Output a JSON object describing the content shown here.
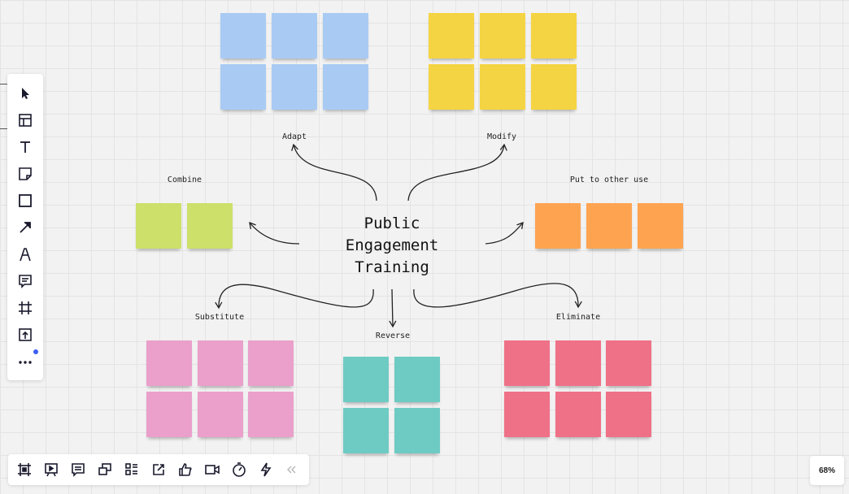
{
  "board": {
    "center_lines": [
      "Public",
      "Engagement",
      "Training"
    ],
    "branches": {
      "adapt": "Adapt",
      "modify": "Modify",
      "combine": "Combine",
      "put_to_other_use": "Put to other use",
      "substitute": "Substitute",
      "reverse": "Reverse",
      "eliminate": "Eliminate"
    },
    "colors": {
      "blue": "#a9cbf3",
      "yellow": "#f5d443",
      "green": "#cde06a",
      "orange": "#fea451",
      "pink": "#eaa0cb",
      "teal": "#6ecbc3",
      "red": "#ef7187"
    }
  },
  "toolbar": {
    "tools": [
      "select-cursor-icon",
      "templates-icon",
      "text-icon",
      "sticky-note-icon",
      "shape-icon",
      "arrow-connector-icon",
      "pen-icon",
      "comment-icon",
      "frame-icon",
      "upload-icon",
      "more-icon"
    ]
  },
  "bottom_bar": {
    "tools": [
      "frames-icon",
      "presentation-icon",
      "card-list-icon",
      "screen-share-icon",
      "layout-list-icon",
      "share-export-icon",
      "reactions-icon",
      "video-call-icon",
      "timer-icon",
      "lightning-icon",
      "collapse-icon"
    ]
  },
  "zoom": {
    "level": "68%"
  }
}
